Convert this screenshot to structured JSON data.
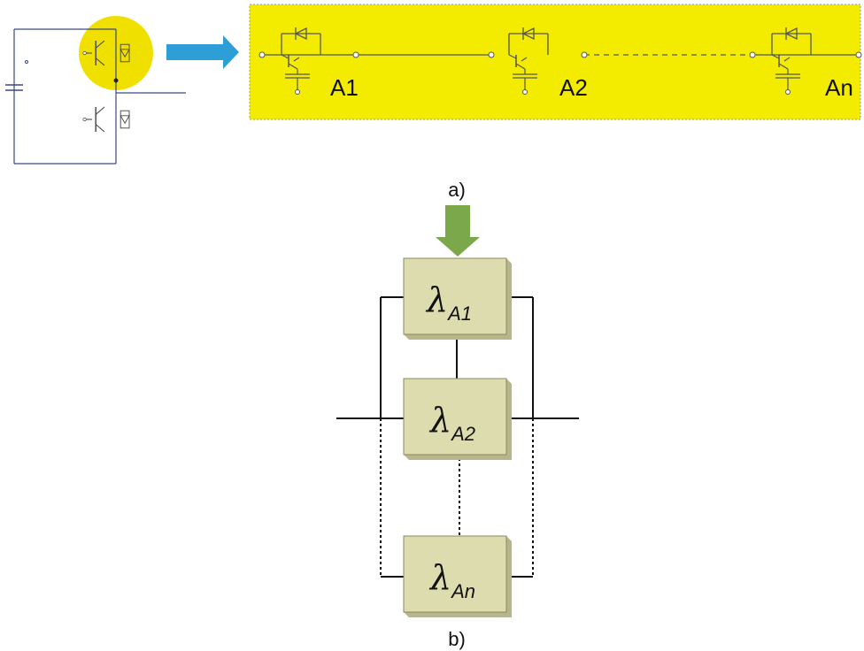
{
  "panel_a": {
    "caption": "a)",
    "devices": [
      {
        "label": "A1"
      },
      {
        "label": "A2"
      },
      {
        "label": "An"
      }
    ]
  },
  "panel_b": {
    "caption": "b)",
    "blocks": [
      {
        "symbol": "λ",
        "subscript": "A1"
      },
      {
        "symbol": "λ",
        "subscript": "A2"
      },
      {
        "symbol": "λ",
        "subscript": "An"
      }
    ]
  },
  "colors": {
    "highlight": "#f3ec00",
    "circle_highlight": "#f0e000",
    "arrow_blue": "#2e9fd6",
    "arrow_green": "#7aa84a",
    "block_fill": "#dcdcae",
    "block_side": "#b6b68a",
    "circuit_line": "#3a4a80"
  }
}
